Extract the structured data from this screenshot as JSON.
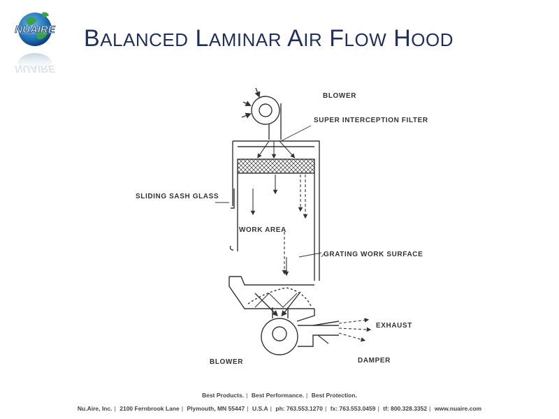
{
  "header": {
    "logo_text": "NUAIRE",
    "title_words": [
      "Balanced",
      "Laminar",
      "Air",
      "Flow",
      "Hood"
    ]
  },
  "diagram": {
    "labels": {
      "blower_top": "BLOWER",
      "filter": "SUPER INTERCEPTION FILTER",
      "sash": "SLIDING SASH GLASS",
      "work_area": "WORK AREA",
      "grating": "GRATING WORK SURFACE",
      "exhaust": "EXHAUST",
      "blower_bottom": "BLOWER",
      "damper": "DAMPER"
    }
  },
  "footer": {
    "tagline": [
      "Best Products.",
      "Best Performance.",
      "Best Protection."
    ],
    "address": [
      "Nu.Aire, Inc.",
      "2100 Fernbrook Lane",
      "Plymouth, MN 55447",
      "U.S.A",
      "ph: 763.553.1270",
      "fx: 763.553.0459",
      "tf: 800.328.3352",
      "www.nuaire.com"
    ]
  },
  "colors": {
    "title": "#1f2f5a",
    "globe_blue": "#1d6fb8",
    "globe_green": "#3aa04a"
  }
}
